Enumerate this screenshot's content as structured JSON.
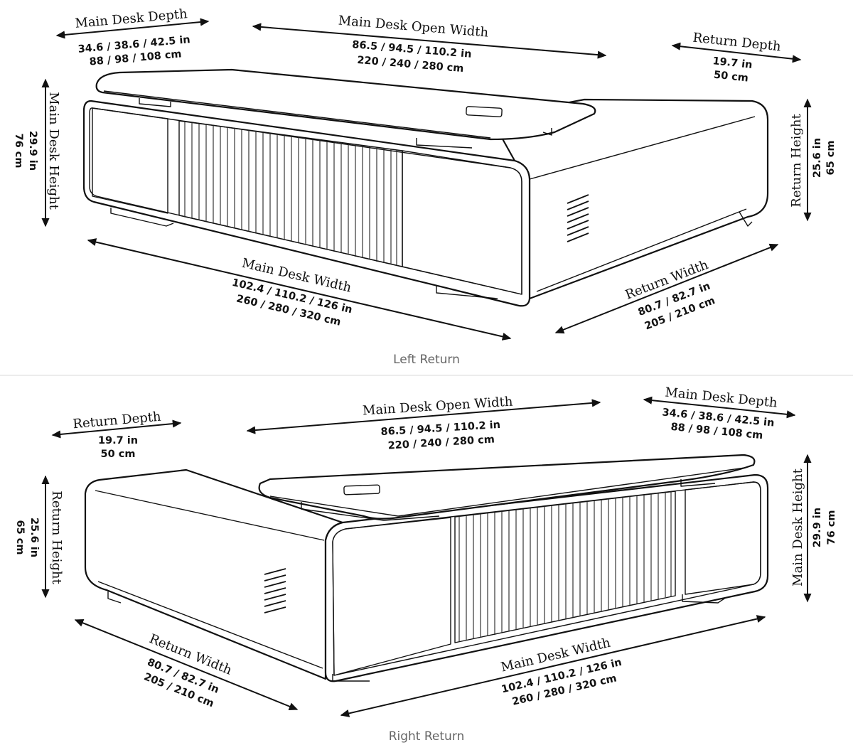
{
  "left_return": {
    "caption": "Left Return",
    "main_desk_depth": {
      "title": "Main Desk Depth",
      "in": "34.6 / 38.6 / 42.5 in",
      "cm": "88 / 98 / 108 cm"
    },
    "main_desk_open_width": {
      "title": "Main Desk Open Width",
      "in": "86.5 / 94.5 / 110.2 in",
      "cm": "220 / 240 / 280 cm"
    },
    "return_depth": {
      "title": "Return Depth",
      "in": "19.7 in",
      "cm": "50 cm"
    },
    "main_desk_height": {
      "title": "Main Desk Height",
      "in": "29.9 in",
      "cm": "76 cm"
    },
    "return_height": {
      "title": "Return Height",
      "in": "25.6 in",
      "cm": "65 cm"
    },
    "main_desk_width": {
      "title": "Main Desk Width",
      "in": "102.4 / 110.2 / 126 in",
      "cm": "260 / 280 / 320 cm"
    },
    "return_width": {
      "title": "Return Width",
      "in": "80.7 / 82.7 in",
      "cm": "205 / 210 cm"
    }
  },
  "right_return": {
    "caption": "Right Return",
    "return_depth": {
      "title": "Return Depth",
      "in": "19.7 in",
      "cm": "50 cm"
    },
    "main_desk_open_width": {
      "title": "Main Desk Open Width",
      "in": "86.5 / 94.5 / 110.2 in",
      "cm": "220 / 240 / 280 cm"
    },
    "main_desk_depth": {
      "title": "Main Desk Depth",
      "in": "34.6 / 38.6 / 42.5 in",
      "cm": "88 / 98 / 108 cm"
    },
    "return_height": {
      "title": "Return Height",
      "in": "25.6 in",
      "cm": "65 cm"
    },
    "main_desk_height": {
      "title": "Main Desk Height",
      "in": "29.9 in",
      "cm": "76 cm"
    },
    "return_width": {
      "title": "Return Width",
      "in": "80.7 / 82.7 in",
      "cm": "205 / 210 cm"
    },
    "main_desk_width": {
      "title": "Main Desk Width",
      "in": "102.4 / 110.2 / 126 in",
      "cm": "260 / 280 / 320 cm"
    }
  }
}
